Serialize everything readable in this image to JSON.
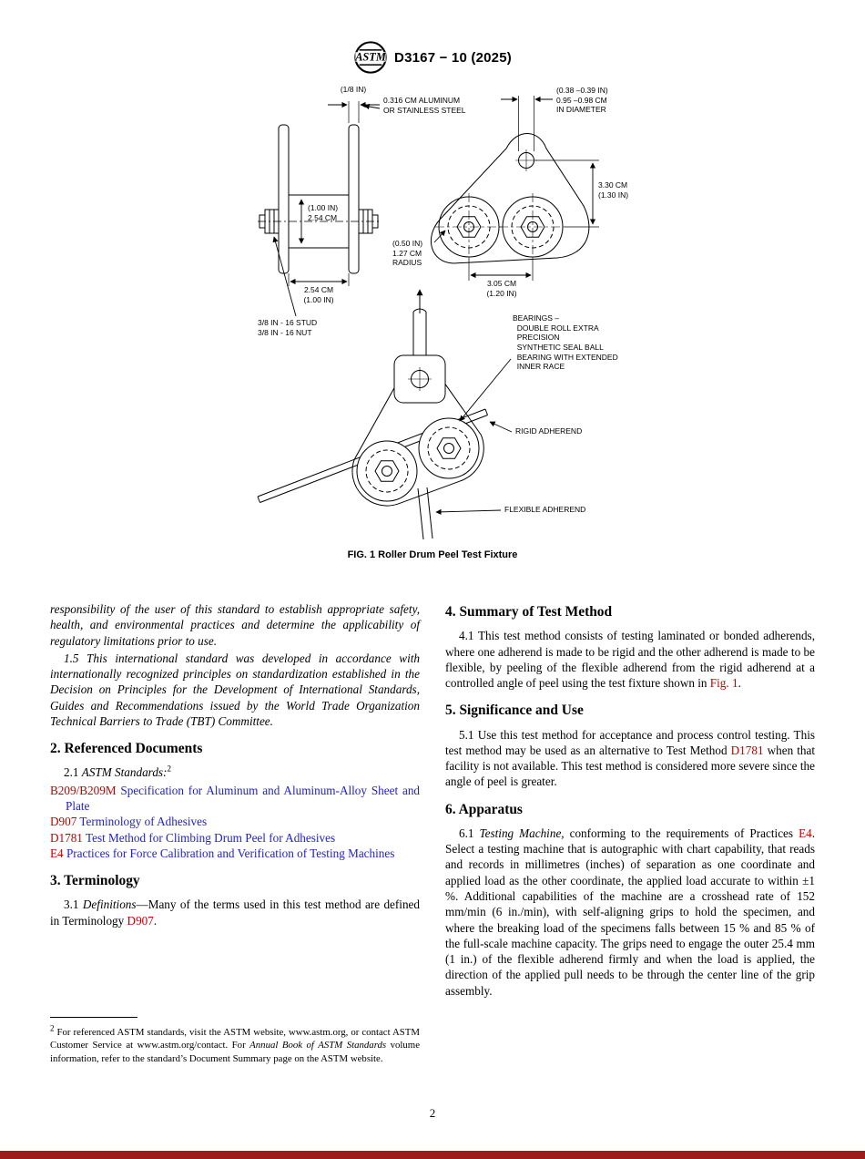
{
  "page": {
    "number": "2"
  },
  "colors": {
    "link_red": "#c00000",
    "link_blue": "#2121cd",
    "bottom_bar": "#9e1b1b",
    "ink": "#000000"
  },
  "header": {
    "designation": "D3167 − 10 (2025)",
    "logo_text": "ASTM"
  },
  "figure": {
    "caption": "FIG. 1 Roller Drum Peel Test Fixture",
    "labels": {
      "plate_thickness": "(1/8 IN)",
      "plate_material": "0.316 CM ALUMINUM\nOR STAINLESS STEEL",
      "drum_width": "(1.00 IN)\n2.54 CM",
      "plate_spacing": "2.54 CM\n(1.00 IN)",
      "stud": "3/8 IN - 16 STUD\n3/8 IN - 16 NUT",
      "hole_diameter": "(0.38 –0.39 IN)\n0.95 –0.98 CM\nIN DIAMETER",
      "height": "3.30 CM\n(1.30 IN)",
      "radius": "(0.50 IN)\n1.27 CM\nRADIUS",
      "roller_spacing": "3.05 CM\n(1.20 IN)",
      "bearings": "BEARINGS –\n  DOUBLE ROLL EXTRA\n  PRECISION\n  SYNTHETIC SEAL BALL\n  BEARING WITH EXTENDED\n  INNER RACE",
      "rigid_adherend": "RIGID ADHEREND",
      "flexible_adherend": "FLEXIBLE ADHEREND"
    }
  },
  "left_col": {
    "p_continuation": "responsibility of the user of this standard to establish appropriate safety, health, and environmental practices and determine the applicability of regulatory limitations prior to use.",
    "p_1_5": "1.5 This international standard was developed in accordance with internationally recognized principles on standardization established in the Decision on Principles for the Development of International Standards, Guides and Recommendations issued by the World Trade Organization Technical Barriers to Trade (TBT) Committee.",
    "h2": "2. Referenced Documents",
    "p_2_1": {
      "num": "2.1 ",
      "title": "ASTM Standards:",
      "sup": "2"
    },
    "refs": [
      {
        "designation": "B209/B209M",
        "title": "Specification for Aluminum and Aluminum-Alloy Sheet and Plate"
      },
      {
        "designation": "D907",
        "title": "Terminology of Adhesives"
      },
      {
        "designation": "D1781",
        "title": "Test Method for Climbing Drum Peel for Adhesives"
      },
      {
        "designation": "E4",
        "title": "Practices for Force Calibration and Verification of Testing Machines"
      }
    ],
    "h3": "3. Terminology",
    "p_3_1": {
      "lead": "3.1 ",
      "term": "Definitions",
      "mid": "—Many of the terms used in this test method are defined in Terminology ",
      "link": "D907",
      "end": "."
    },
    "footnote": {
      "sup": "2",
      "part1": " For referenced ASTM standards, visit the ASTM website, www.astm.org, or contact ASTM Customer Service at www.astm.org/contact. For ",
      "italic": "Annual Book of ASTM Standards",
      "part2": " volume information, refer to the standard’s Document Summary page on the ASTM website."
    }
  },
  "right_col": {
    "h4": "4. Summary of Test Method",
    "p_4_1": {
      "part1": "4.1 This test method consists of testing laminated or bonded adherends, where one adherend is made to be rigid and the other adherend is made to be flexible, by peeling of the flexible adherend from the rigid adherend at a controlled angle of peel using the test fixture shown in ",
      "link": "Fig. 1",
      "part2": "."
    },
    "h5": "5. Significance and Use",
    "p_5_1": {
      "part1": "5.1 Use this test method for acceptance and process control testing. This test method may be used as an alternative to Test Method ",
      "link": "D1781",
      "part2": " when that facility is not available. This test method is considered more severe since the angle of peel is greater."
    },
    "h6": "6. Apparatus",
    "p_6_1": {
      "part1": "6.1 ",
      "italic": "Testing Machine,",
      "part2": " conforming to the requirements of Practices ",
      "link": "E4",
      "part3": ". Select a testing machine that is autographic with chart capability, that reads and records in millimetres (inches) of separation as one coordinate and applied load as the other coordinate, the applied load accurate to within ±1 %. Additional capabilities of the machine are a crosshead rate of 152 mm/min (6 in./min), with self-aligning grips to hold the specimen, and where the breaking load of the specimens falls between 15 % and 85 % of the full-scale machine capacity. The grips need to engage the outer 25.4 mm (1 in.) of the flexible adherend firmly and when the load is applied, the direction of the applied pull needs to be through the center line of the grip assembly."
    }
  }
}
